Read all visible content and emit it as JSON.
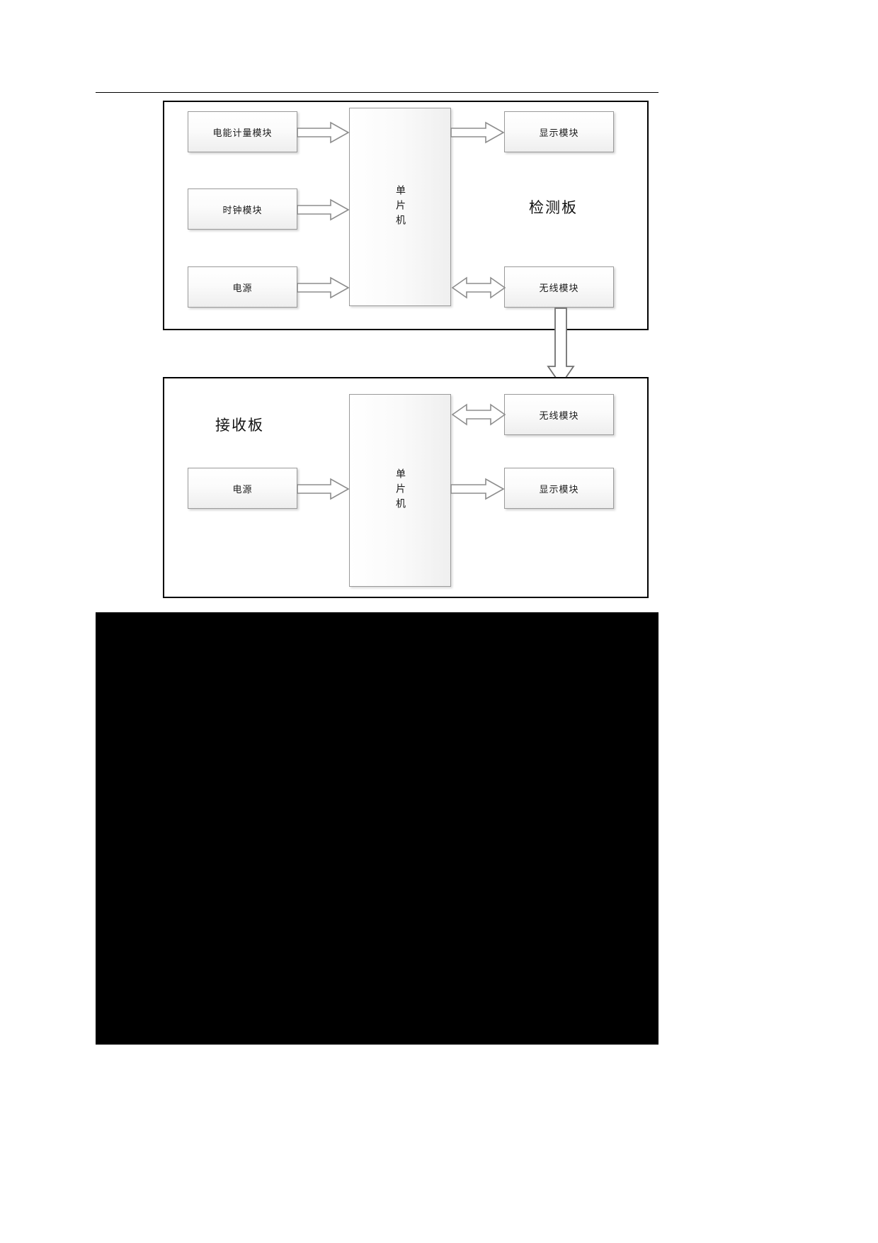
{
  "document": {
    "type": "block-diagram",
    "page_background": "#000000",
    "content_background": "#ffffff"
  },
  "diagram": {
    "title_detection": "检测板",
    "title_receiver": "接收板",
    "detection_panel": {
      "name": "检测板",
      "left_modules": [
        {
          "label": "电能计量模块",
          "arrow": "single-right"
        },
        {
          "label": "时钟模块",
          "arrow": "single-right"
        },
        {
          "label": "电源",
          "arrow": "single-right"
        }
      ],
      "center_module": {
        "label": "单片机",
        "orientation": "vertical"
      },
      "right_modules": [
        {
          "label": "显示模块",
          "arrow": "single-right"
        },
        {
          "label": "无线模块",
          "arrow": "double-headed"
        }
      ]
    },
    "receiver_panel": {
      "name": "接收板",
      "left_modules": [
        {
          "label": "电源",
          "arrow": "single-right"
        }
      ],
      "center_module": {
        "label": "单片机",
        "orientation": "vertical"
      },
      "right_modules": [
        {
          "label": "无线模块",
          "arrow": "double-headed"
        },
        {
          "label": "显示模块",
          "arrow": "single-right"
        }
      ]
    },
    "link": {
      "from": "无线模块 (检测板)",
      "to": "无线模块 (接收板)",
      "style": "vertical-double-line-arrow-down"
    }
  }
}
